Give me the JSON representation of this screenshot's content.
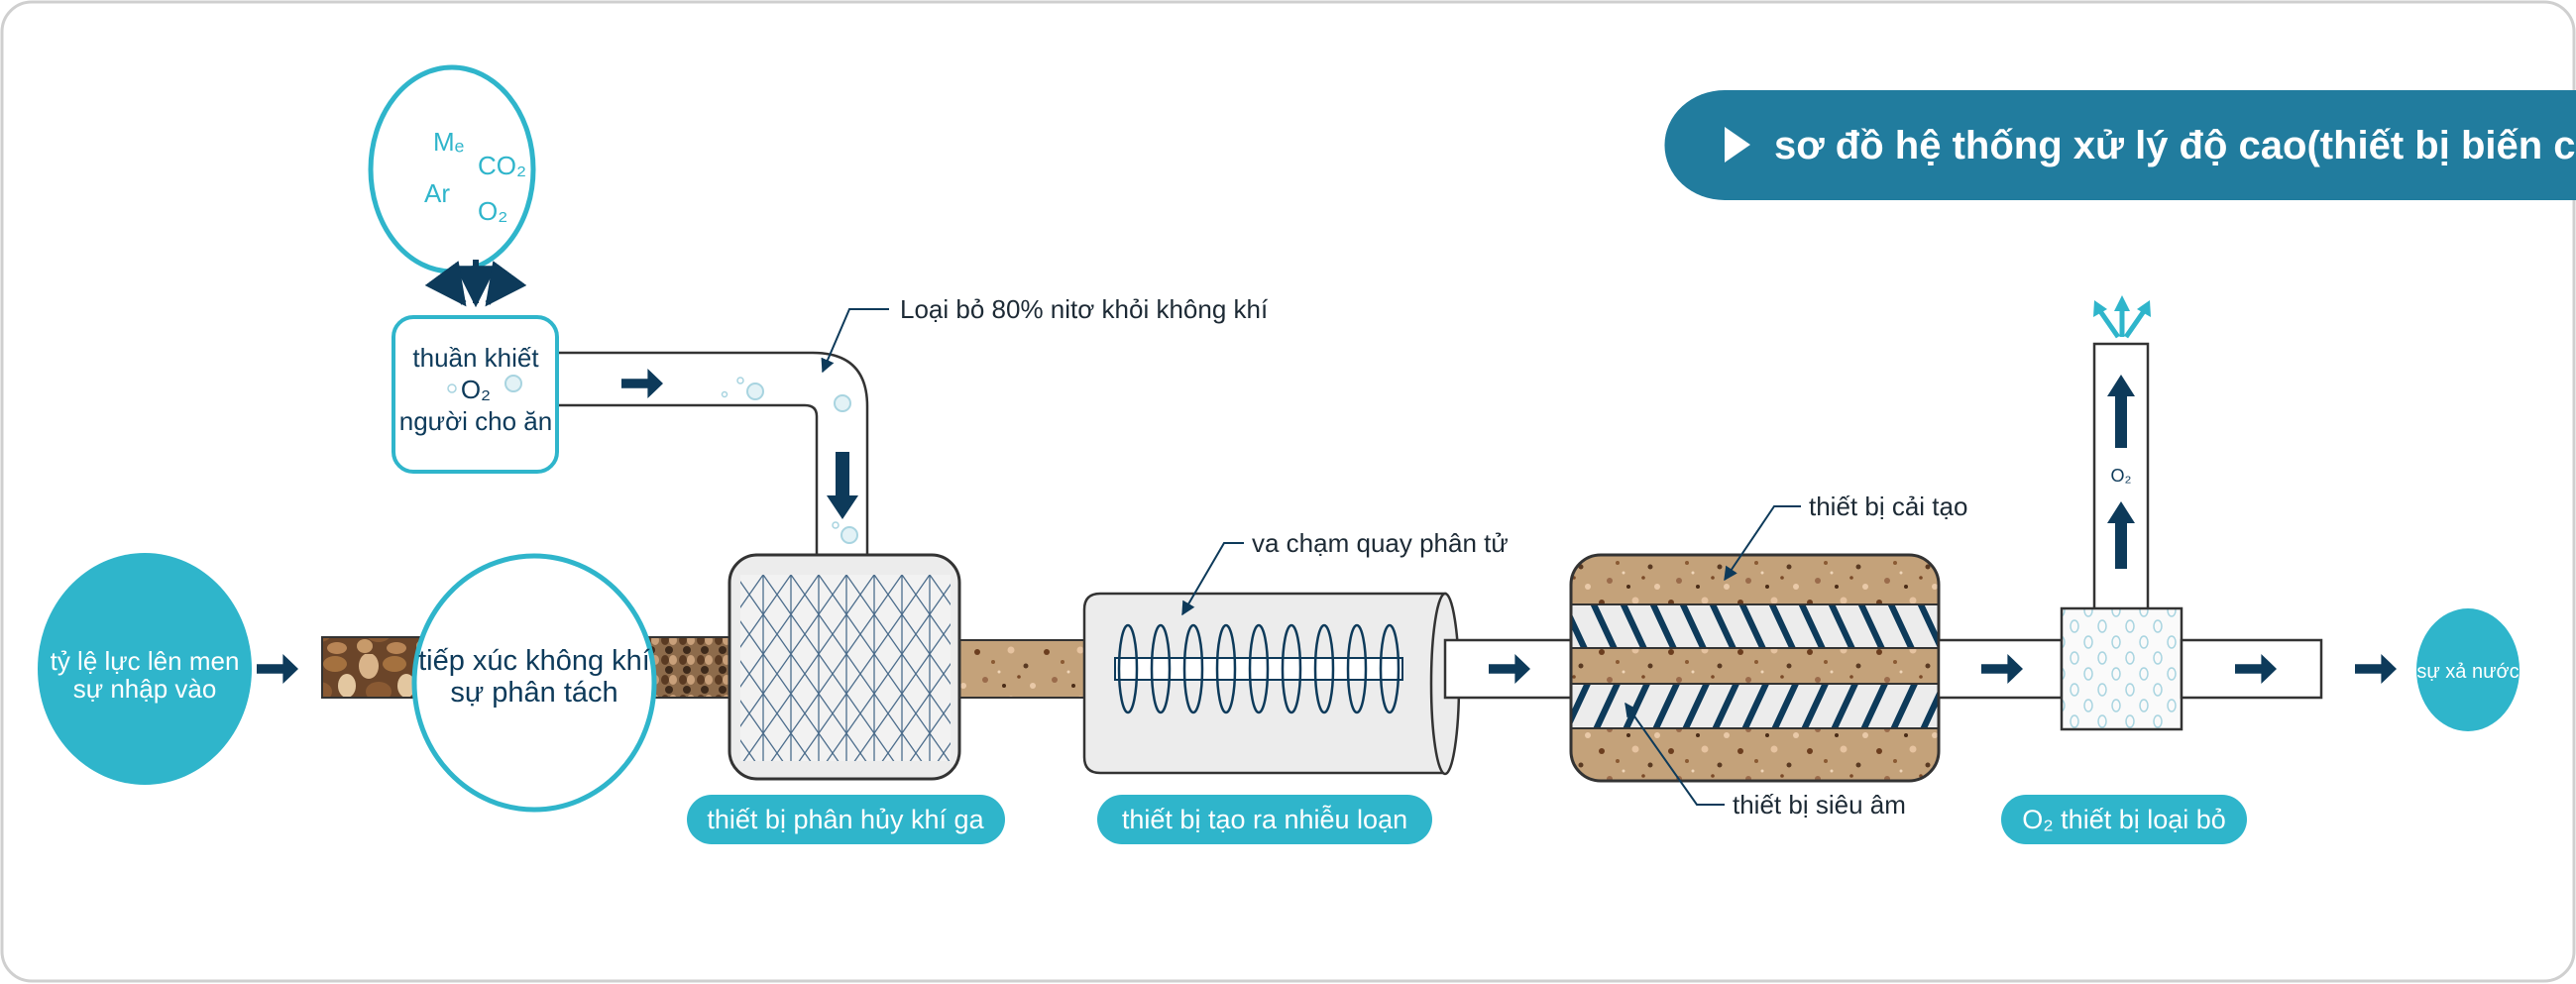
{
  "title": "sơ đồ hệ thống xử lý độ cao(thiết bị biến chất)",
  "colors": {
    "teal": "#2fb5cb",
    "navy": "#0d3a5a",
    "banner": "#217c9e",
    "soil": "#c4a27a"
  },
  "gas_circle": {
    "items": [
      "Mₑ",
      "CO₂",
      "Ar",
      "O₂"
    ]
  },
  "feeder_box": {
    "line1": "thuần khiết",
    "line2": "O₂",
    "line3": "người cho ăn"
  },
  "nitrogen_note": "Loại bỏ 80% nitơ khỏi không khí",
  "input_circle": {
    "line1": "tỷ lệ lực lên men",
    "line2": "sự nhập vào"
  },
  "contact_circle": {
    "line1": "tiếp xúc không khí",
    "line2": "sự phân tách"
  },
  "molecule_note": "va chạm quay phân tử",
  "remodel_note": "thiết bị cải tạo",
  "ultrasonic_note": "thiết bị siêu âm",
  "chimney_label": "O₂",
  "output_circle": "sự xả nước",
  "pills": {
    "gas_decomposer": "thiết bị phân hủy khí ga",
    "turbulence": "thiết bị tạo ra nhiễu loạn",
    "o2_remover": "O₂ thiết bị loại bỏ"
  }
}
